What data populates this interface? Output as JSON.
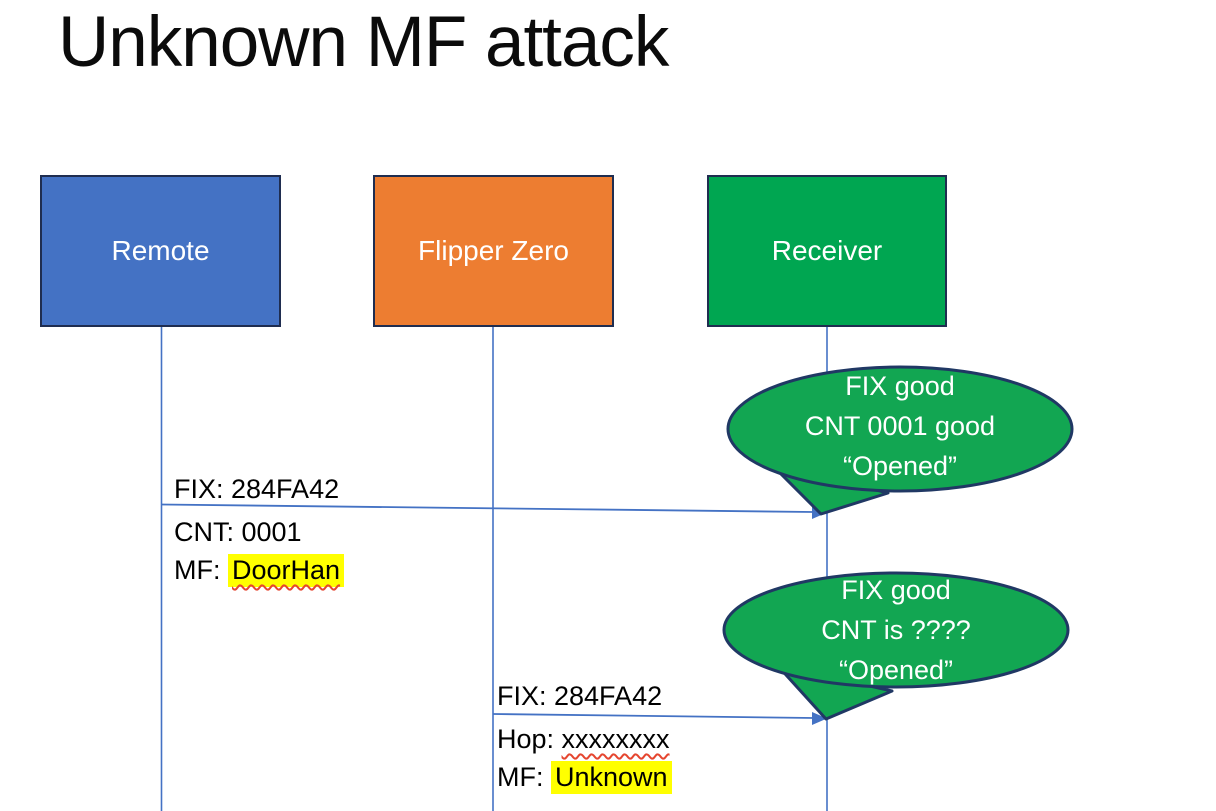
{
  "slide": {
    "title": "Unknown MF attack"
  },
  "actors": [
    {
      "label": "Remote"
    },
    {
      "label": "Flipper Zero"
    },
    {
      "label": "Receiver"
    }
  ],
  "messages": [
    {
      "above": "FIX: 284FA42",
      "line2": "CNT: 0001",
      "line3_prefix": "MF: ",
      "line3_value": "DoorHan"
    },
    {
      "above": "FIX: 284FA42",
      "line2_prefix": "Hop: ",
      "line2_value": "xxxxxxxx",
      "line3_prefix": "MF: ",
      "line3_value": "Unknown"
    }
  ],
  "bubbles": [
    {
      "line1": "FIX good",
      "line2": "CNT 0001 good",
      "line3": "“Opened”"
    },
    {
      "line1": "FIX good",
      "line2": "CNT is ????",
      "line3": "“Opened”"
    }
  ],
  "colors": {
    "remote_fill": "#4472C4",
    "flipper_fill": "#ED7D31",
    "receiver_fill": "#00A651",
    "bubble_fill": "#12A652",
    "shape_border": "#1F2D50",
    "bubble_border": "#203864",
    "connector_blue": "#4472C4",
    "highlight_yellow": "#FFFF00",
    "squiggle_red": "#E5452F",
    "text_white": "#FFFFFF",
    "text_black": "#000000"
  }
}
